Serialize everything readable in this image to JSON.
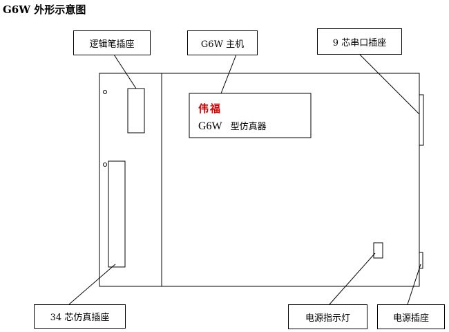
{
  "title": "G6W 外形示意图",
  "labels": {
    "logic_pen_socket": "逻辑笔插座",
    "main_unit": "G6W 主机",
    "serial_socket": "9 芯串口插座",
    "emulator_socket": "34 芯仿真插座",
    "power_indicator": "电源指示灯",
    "power_socket": "电源插座"
  },
  "device": {
    "brand": "伟福",
    "model": "G6W",
    "model_suffix": "型仿真器"
  },
  "colors": {
    "brand": "#d60000",
    "line": "#000000"
  }
}
